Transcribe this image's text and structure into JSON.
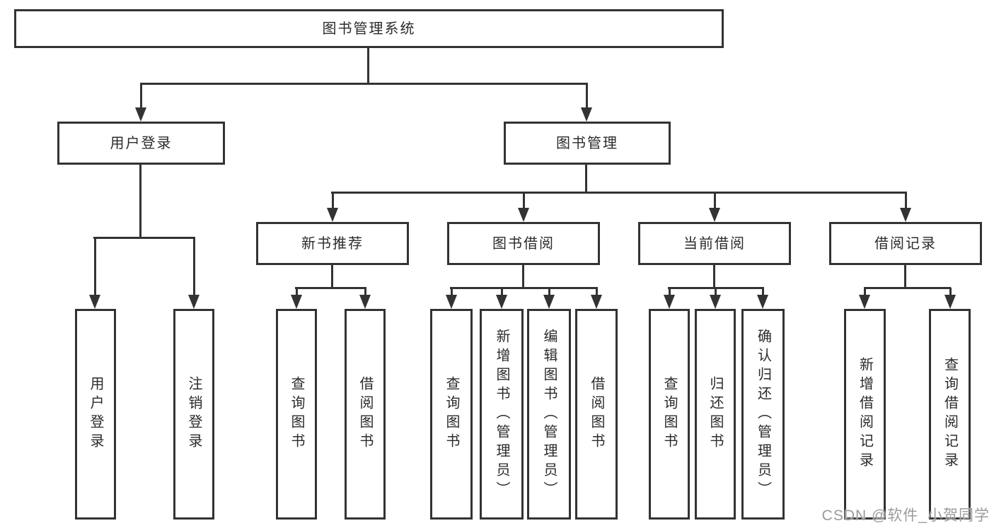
{
  "colors": {
    "background": "#ffffff",
    "box_border": "#333333",
    "box_fill": "#ffffff",
    "text": "#2b2b2b",
    "connector": "#333333",
    "watermark": "#9b9b9b"
  },
  "watermark": {
    "text": "CSDN @软件_小贺同学"
  },
  "diagram": {
    "type": "tree-flowchart",
    "tree": {
      "label": "图书管理系统",
      "children": [
        {
          "label": "用户登录",
          "children": [
            {
              "label": "用户登录"
            },
            {
              "label": "注销登录"
            }
          ]
        },
        {
          "label": "图书管理",
          "children": [
            {
              "label": "新书推荐",
              "children": [
                {
                  "label": "查询图书"
                },
                {
                  "label": "借阅图书"
                }
              ]
            },
            {
              "label": "图书借阅",
              "children": [
                {
                  "label": "查询图书"
                },
                {
                  "label": "新增图书（管理员）"
                },
                {
                  "label": "编辑图书（管理员）"
                },
                {
                  "label": "借阅图书"
                }
              ]
            },
            {
              "label": "当前借阅",
              "children": [
                {
                  "label": "查询图书"
                },
                {
                  "label": "归还图书"
                },
                {
                  "label": "确认归还（管理员）"
                }
              ]
            },
            {
              "label": "借阅记录",
              "children": [
                {
                  "label": "新增借阅记录"
                },
                {
                  "label": "查询借阅记录"
                }
              ]
            }
          ]
        }
      ]
    }
  }
}
